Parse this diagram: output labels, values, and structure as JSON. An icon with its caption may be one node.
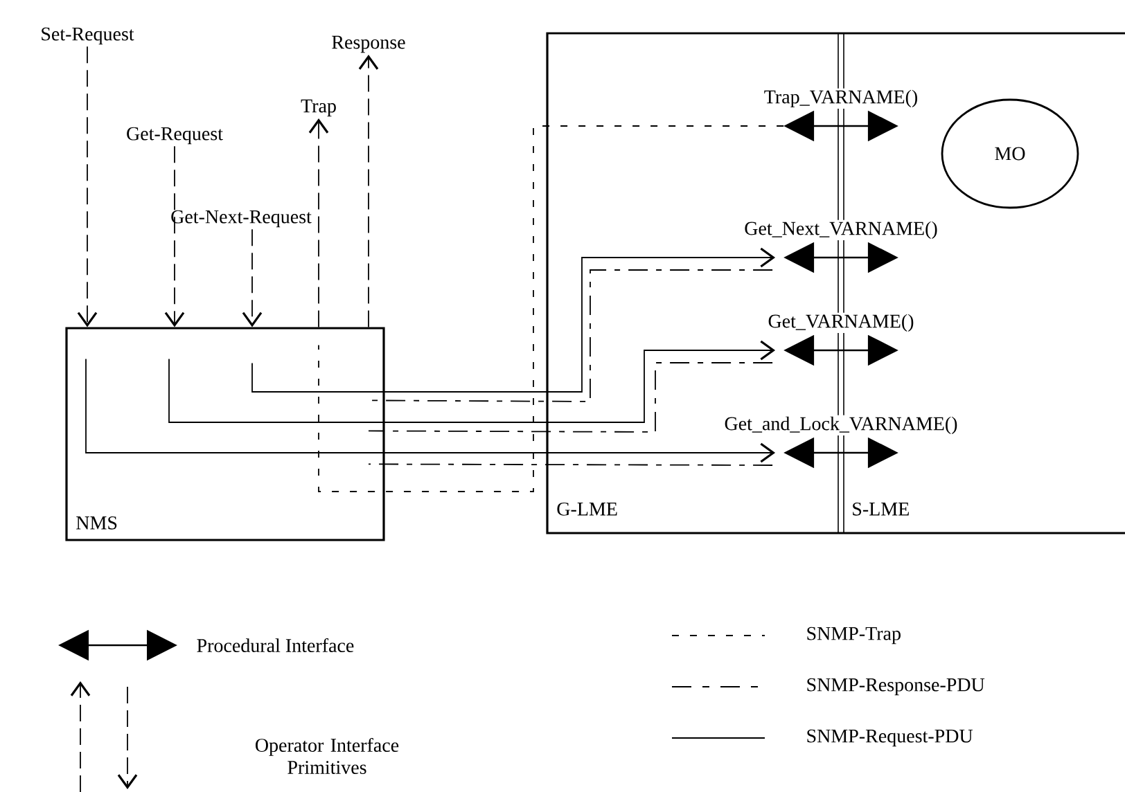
{
  "diagram": {
    "nodes": [
      {
        "text": [
          "NMS"
        ]
      },
      {
        "text": [
          "G-LME",
          "S-LME"
        ]
      },
      {
        "text": [
          "MO"
        ],
        "in": 1
      },
      {
        "text": [
          "Set-Request"
        ]
      },
      {
        "text": [
          "Get-Request"
        ]
      },
      {
        "text": [
          "Get-Next-Request"
        ]
      },
      {
        "text": [
          "Trap"
        ]
      },
      {
        "text": [
          "Response"
        ]
      },
      {
        "text": [
          "Trap_VARNAME()"
        ],
        "in": 1
      },
      {
        "text": [
          "Get_Next_VARNAME()"
        ],
        "in": 1
      },
      {
        "text": [
          "Get_VARNAME()"
        ],
        "in": 1
      },
      {
        "text": [
          "Get_and_Lock_VARNAME()"
        ],
        "in": 1
      }
    ],
    "edges": [
      {
        "from": 3,
        "to": 0,
        "arrow": "to",
        "style": "dashed"
      },
      {
        "from": 4,
        "to": 0,
        "arrow": "to",
        "style": "dashed"
      },
      {
        "from": 5,
        "to": 0,
        "arrow": "to",
        "style": "dashed"
      },
      {
        "from": 0,
        "to": 6,
        "arrow": "to",
        "style": "dashed"
      },
      {
        "from": 0,
        "to": 7,
        "arrow": "to",
        "style": "dashed"
      },
      {
        "from": 0,
        "to": 9,
        "arrow": "to"
      },
      {
        "from": 0,
        "to": 10,
        "arrow": "to"
      },
      {
        "from": 0,
        "to": 11,
        "arrow": "to"
      },
      {
        "from": 9,
        "to": 0,
        "arrow": "none",
        "style": "dashed"
      },
      {
        "from": 10,
        "to": 0,
        "arrow": "none",
        "style": "dashed"
      },
      {
        "from": 11,
        "to": 0,
        "arrow": "none",
        "style": "dashed"
      },
      {
        "from": 8,
        "to": 0,
        "arrow": "none",
        "style": "dashed"
      }
    ],
    "legend": [
      {
        "text": "Procedural Interface"
      },
      {
        "text": "Operator Interface Primitives"
      },
      {
        "text": "SNMP-Trap"
      },
      {
        "text": "SNMP-Response-PDU"
      },
      {
        "text": "SNMP-Request-PDU"
      }
    ]
  }
}
